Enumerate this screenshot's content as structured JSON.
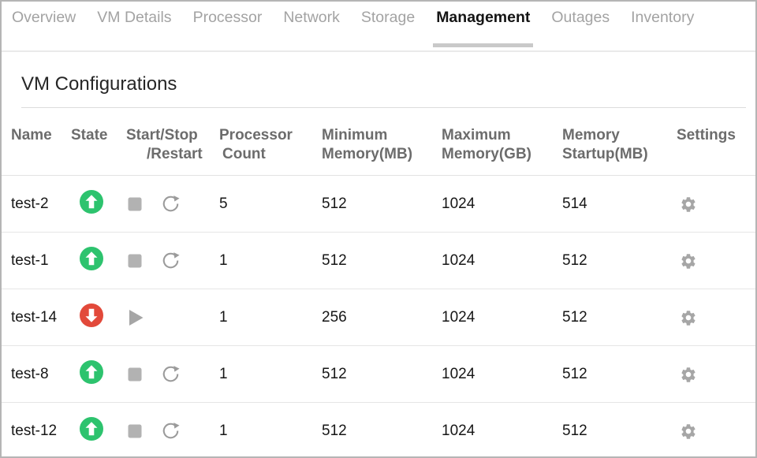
{
  "tabs": {
    "items": [
      {
        "label": "Overview",
        "active": false
      },
      {
        "label": "VM Details",
        "active": false
      },
      {
        "label": "Processor",
        "active": false
      },
      {
        "label": "Network",
        "active": false
      },
      {
        "label": "Storage",
        "active": false
      },
      {
        "label": "Management",
        "active": true
      },
      {
        "label": "Outages",
        "active": false
      },
      {
        "label": "Inventory",
        "active": false
      }
    ]
  },
  "page": {
    "title": "VM Configurations"
  },
  "table": {
    "headers": {
      "name": "Name",
      "state": "State",
      "start_stop_line1": "Start/Stop",
      "start_stop_line2": "/Restart",
      "processor_line1": "Processor",
      "processor_line2": "Count",
      "min_memory_line1": "Minimum",
      "min_memory_line2": "Memory(MB)",
      "max_memory_line1": "Maximum",
      "max_memory_line2": "Memory(GB)",
      "memory_startup_line1": "Memory",
      "memory_startup_line2": "Startup(MB)",
      "settings": "Settings"
    },
    "rows": [
      {
        "name": "test-2",
        "state": "running",
        "processor_count": "5",
        "min_memory_mb": "512",
        "max_memory_gb": "1024",
        "memory_startup_mb": "514"
      },
      {
        "name": "test-1",
        "state": "running",
        "processor_count": "1",
        "min_memory_mb": "512",
        "max_memory_gb": "1024",
        "memory_startup_mb": "512"
      },
      {
        "name": "test-14",
        "state": "stopped",
        "processor_count": "1",
        "min_memory_mb": "256",
        "max_memory_gb": "1024",
        "memory_startup_mb": "512"
      },
      {
        "name": "test-8",
        "state": "running",
        "processor_count": "1",
        "min_memory_mb": "512",
        "max_memory_gb": "1024",
        "memory_startup_mb": "512"
      },
      {
        "name": "test-12",
        "state": "running",
        "processor_count": "1",
        "min_memory_mb": "512",
        "max_memory_gb": "1024",
        "memory_startup_mb": "512"
      }
    ]
  },
  "icons": {
    "state_running": "up-arrow-circle-icon",
    "state_stopped": "down-arrow-circle-icon",
    "stop": "stop-square-icon",
    "restart": "restart-circular-arrow-icon",
    "start": "play-triangle-icon",
    "settings": "gear-icon"
  },
  "colors": {
    "state_running": "#2dc36e",
    "state_stopped": "#e2493a",
    "inactive_tab": "#a3a3a3",
    "active_tab": "#141414",
    "active_tab_underline": "#c9c9c9",
    "icon_gray": "#a6a6a6"
  }
}
